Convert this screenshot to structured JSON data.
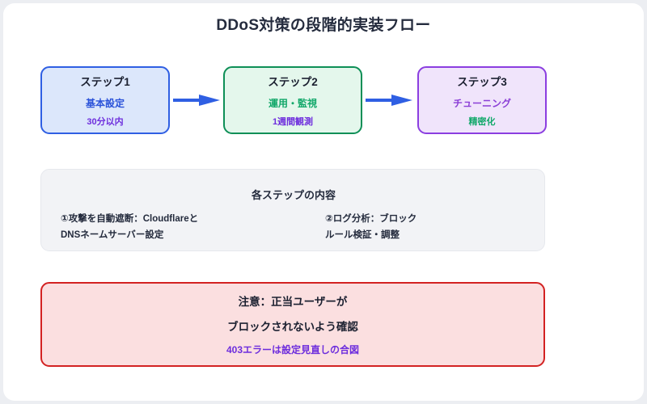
{
  "title": "DDoS対策の段階的実装フロー",
  "steps": [
    {
      "title": "ステップ1",
      "sub": "基本設定",
      "meta": "30分以内",
      "fill": "#dce7fb",
      "border": "#2f5fe3",
      "sub_color": "#2a52d9",
      "meta_color": "#6d2ddd"
    },
    {
      "title": "ステップ2",
      "sub": "運用・監視",
      "meta": "1週間観測",
      "fill": "#e4f7ec",
      "border": "#0e8f57",
      "sub_color": "#12a86a",
      "meta_color": "#6d2ddd"
    },
    {
      "title": "ステップ3",
      "sub": "チューニング",
      "meta": "精密化",
      "fill": "#f0e4fb",
      "border": "#8b3ee0",
      "sub_color": "#8b3fd6",
      "meta_color": "#12a86a"
    }
  ],
  "arrows": {
    "color": "#2f5fe3",
    "icon": "arrow-right-icon"
  },
  "details": {
    "heading": "各ステップの内容",
    "columns": [
      {
        "line_1": "①攻撃を自動遮断：Cloudflareと",
        "line_2": "DNSネームサーバー設定"
      },
      {
        "line_1": "②ログ分析：ブロック",
        "line_2": "ルール検証・調整"
      }
    ]
  },
  "warning": {
    "line_1": "注意：正当ユーザーが",
    "line_2": "ブロックされないよう確認",
    "note": "403エラーは設定見直しの合図",
    "border_color": "#d32222",
    "fill_color": "#fbdfe0",
    "note_color": "#6d2ddd"
  }
}
